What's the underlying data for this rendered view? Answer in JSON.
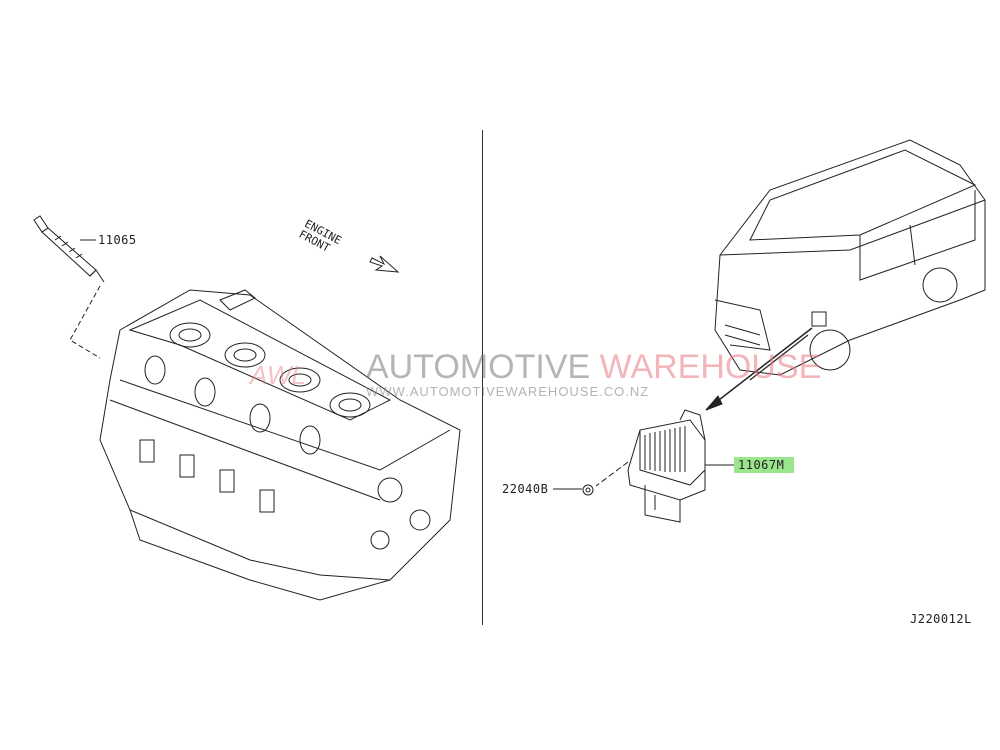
{
  "labels": {
    "glow_plug": "11065",
    "engine_front_line1": "ENGINE",
    "engine_front_line2": "FRONT",
    "control_unit": "11067M",
    "nut": "22040B",
    "diagram_id": "J220012L"
  },
  "watermark": {
    "logo": "AWL",
    "brand_part1": "AUTOMOTIVE",
    "brand_part2": "WAREHOUSE",
    "url": "WWW.AUTOMOTIVEWAREHOUSE.CO.NZ"
  },
  "colors": {
    "highlight": "#99e68c"
  }
}
